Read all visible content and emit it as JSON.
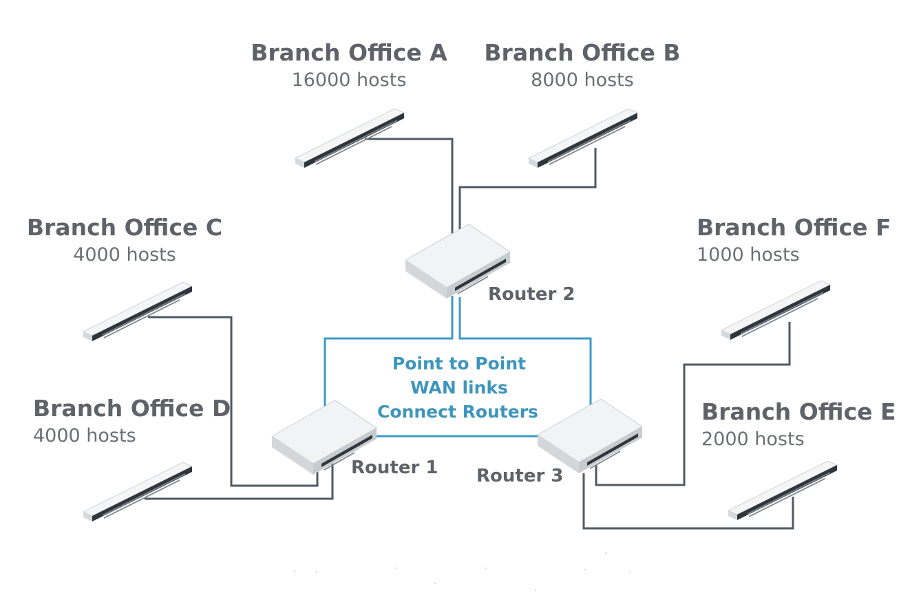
{
  "branches": {
    "a": {
      "name": "Branch Office A",
      "hosts": "16000 hosts"
    },
    "b": {
      "name": "Branch Office B",
      "hosts": "8000 hosts"
    },
    "c": {
      "name": "Branch Office C",
      "hosts": "4000 hosts"
    },
    "d": {
      "name": "Branch Office D",
      "hosts": "4000 hosts"
    },
    "e": {
      "name": "Branch Office E",
      "hosts": "2000 hosts"
    },
    "f": {
      "name": "Branch Office F",
      "hosts": "1000 hosts"
    }
  },
  "routers": {
    "r1": "Router 1",
    "r2": "Router 2",
    "r3": "Router 3"
  },
  "wan": {
    "line1": "Point to Point",
    "line2": "WAN links",
    "line3": "Connect Routers"
  },
  "colors": {
    "cable": "#4e5a63",
    "wan_link": "#3d9ac3",
    "label_text": "#5f6369",
    "wan_text": "#3d95bd"
  }
}
